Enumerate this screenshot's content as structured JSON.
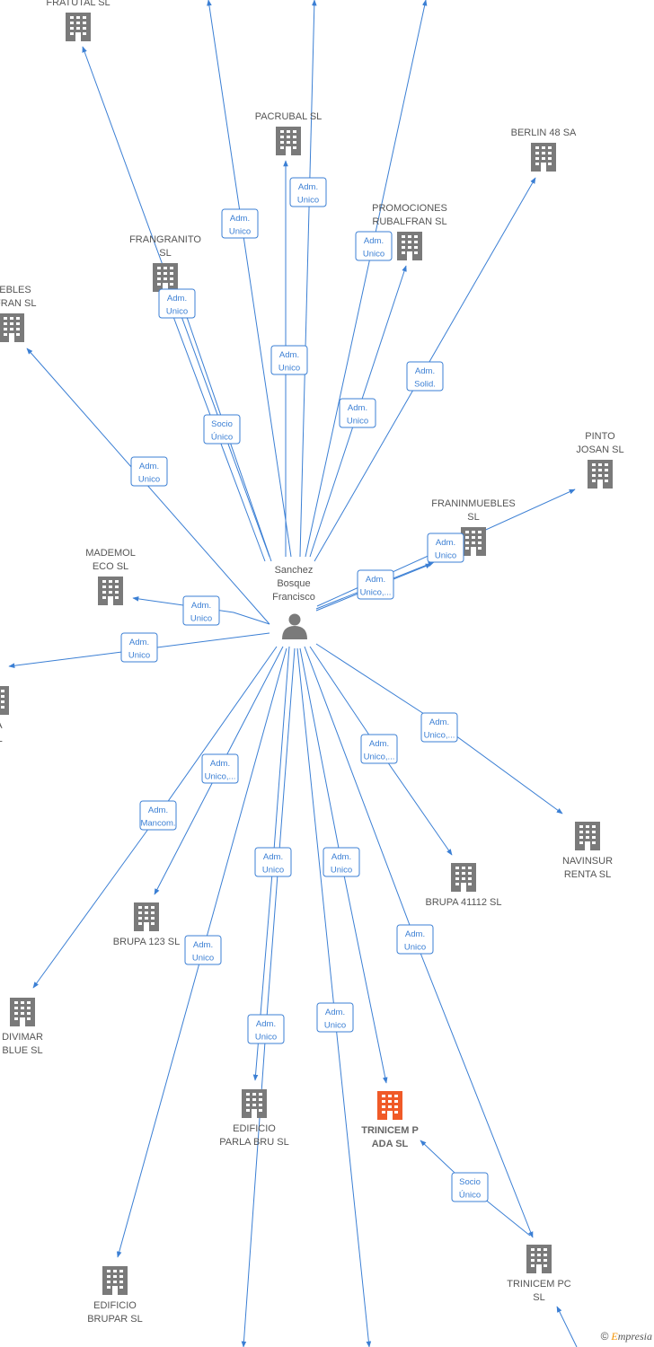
{
  "colors": {
    "edge": "#3b7fd4",
    "building": "#7a7a7a",
    "building_highlight": "#f05a28",
    "person": "#7a7a7a"
  },
  "center": {
    "lines": [
      "Sanchez",
      "Bosque",
      "Francisco"
    ],
    "icon": "person-icon"
  },
  "nodes": [
    {
      "id": "fratutal",
      "lines": [
        "FRATUTAL SL"
      ]
    },
    {
      "id": "pacrubal",
      "lines": [
        "PACRUBAL SL"
      ]
    },
    {
      "id": "berlin",
      "lines": [
        "BERLIN 48 SA"
      ]
    },
    {
      "id": "promociones",
      "lines": [
        "PROMOCIONES",
        "RUBALFRAN SL"
      ]
    },
    {
      "id": "frangranito",
      "lines": [
        "FRANGRANITO",
        "SL"
      ]
    },
    {
      "id": "muebles",
      "lines": [
        "UEBLES",
        "OFRAN SL"
      ]
    },
    {
      "id": "pinto",
      "lines": [
        "PINTO",
        "JOSAN SL"
      ]
    },
    {
      "id": "franinmuebles",
      "lines": [
        "FRANINMUEBLES",
        "SL"
      ]
    },
    {
      "id": "mademol",
      "lines": [
        "MADEMOL",
        "ECO SL"
      ]
    },
    {
      "id": "ta",
      "lines": [
        "TA",
        "SL"
      ]
    },
    {
      "id": "navinsur",
      "lines": [
        "NAVINSUR",
        "RENTA SL"
      ]
    },
    {
      "id": "brupa41112",
      "lines": [
        "BRUPA 41112 SL"
      ]
    },
    {
      "id": "brupa123",
      "lines": [
        "BRUPA 123 SL"
      ]
    },
    {
      "id": "divimar",
      "lines": [
        "DIVIMAR",
        "BLUE SL"
      ]
    },
    {
      "id": "parlabru",
      "lines": [
        "EDIFICIO",
        "PARLA BRU SL"
      ]
    },
    {
      "id": "trinicempada",
      "lines": [
        "TRINICEM P",
        "ADA SL"
      ],
      "highlight": true
    },
    {
      "id": "trinicempc",
      "lines": [
        "TRINICEM PC",
        "SL"
      ]
    },
    {
      "id": "brupar",
      "lines": [
        "EDIFICIO",
        "BRUPAR SL"
      ]
    }
  ],
  "edge_labels": [
    {
      "id": "e1",
      "lines": [
        "Adm.",
        "Unico"
      ]
    },
    {
      "id": "e2",
      "lines": [
        "Adm.",
        "Unico"
      ]
    },
    {
      "id": "e3",
      "lines": [
        "Adm.",
        "Unico"
      ]
    },
    {
      "id": "e4",
      "lines": [
        "Adm.",
        "Unico"
      ]
    },
    {
      "id": "e5",
      "lines": [
        "Adm.",
        "Unico"
      ]
    },
    {
      "id": "e6",
      "lines": [
        "Adm.",
        "Unico"
      ]
    },
    {
      "id": "e7",
      "lines": [
        "Socio",
        "Único"
      ]
    },
    {
      "id": "e8",
      "lines": [
        "Adm.",
        "Unico"
      ]
    },
    {
      "id": "e9",
      "lines": [
        "Adm.",
        "Unico"
      ]
    },
    {
      "id": "e10",
      "lines": [
        "Adm.",
        "Solid."
      ]
    },
    {
      "id": "e11",
      "lines": [
        "Adm.",
        "Unico"
      ]
    },
    {
      "id": "e12",
      "lines": [
        "Adm.",
        "Unico"
      ]
    },
    {
      "id": "e13",
      "lines": [
        "Adm.",
        "Unico,..."
      ]
    },
    {
      "id": "e14",
      "lines": [
        "Adm.",
        "Unico"
      ]
    },
    {
      "id": "e15",
      "lines": [
        "Adm.",
        "Unico"
      ]
    },
    {
      "id": "e16",
      "lines": [
        "Adm.",
        "Unico,..."
      ]
    },
    {
      "id": "e17",
      "lines": [
        "Adm.",
        "Unico,..."
      ]
    },
    {
      "id": "e18",
      "lines": [
        "Adm.",
        "Unico,..."
      ]
    },
    {
      "id": "e19",
      "lines": [
        "Adm.",
        "Mancom."
      ]
    },
    {
      "id": "e20",
      "lines": [
        "Adm.",
        "Unico"
      ]
    },
    {
      "id": "e21",
      "lines": [
        "Adm.",
        "Unico"
      ]
    },
    {
      "id": "e22",
      "lines": [
        "Adm.",
        "Unico"
      ]
    },
    {
      "id": "e23",
      "lines": [
        "Adm.",
        "Unico"
      ]
    },
    {
      "id": "e24",
      "lines": [
        "Adm.",
        "Unico"
      ]
    },
    {
      "id": "e25",
      "lines": [
        "Adm.",
        "Unico"
      ]
    },
    {
      "id": "e26",
      "lines": [
        "Socio",
        "Único"
      ]
    }
  ],
  "watermark": {
    "symbol": "©",
    "brand_first": "E",
    "brand_rest": "mpresia"
  }
}
